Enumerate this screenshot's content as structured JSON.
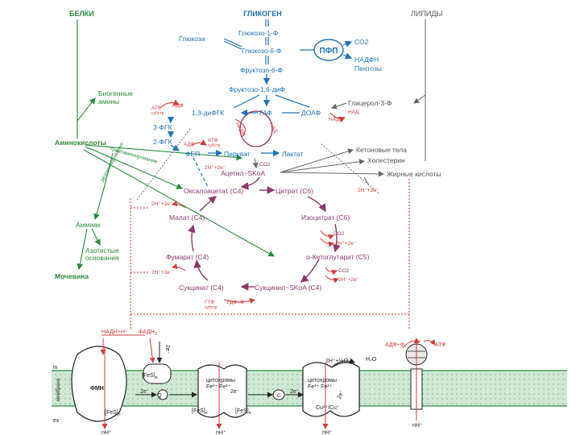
{
  "headers": {
    "proteins": "БЕЛКИ",
    "glycogen": "ГЛИКОГЕН",
    "lipids": "ЛИПИДЫ"
  },
  "glycolysis": {
    "g1p": "Глюкозо-1-Ф",
    "glucose": "Глюкоза",
    "g6p": "Глюкозо-6-Ф",
    "f6p": "Фруктозо-6-Ф",
    "f16bp": "Фруктозо-1,6-диФ",
    "bpg13": "1,3-диФГК",
    "gap": "ГАФ",
    "dhap": "ДОАФ",
    "pg3": "3-ФГК",
    "pg2": "2-ФГК",
    "pep": "ФЕП",
    "pyruvate": "Пируват",
    "lactate": "Лактат"
  },
  "ppp": {
    "node": "ПФП",
    "co2": "CO2",
    "nadph": "НАДФН",
    "pentoses": "Пентозы"
  },
  "cofactors": {
    "atp_substr_1": "АТФ",
    "substr_1": "субстр",
    "adp_1": "АДФ",
    "adp_2": "АДФ",
    "atp_substr_2": "АТФ",
    "substr_2": "субстр",
    "nad_loop": "НАД",
    "nadh_loop": "НАДН",
    "nad_glycerol": "НАД",
    "nadh_glycerol": "НАДН",
    "co2_pdh": "CO2",
    "h_pdh": "2H⁺+2e⁻"
  },
  "lipid_side": {
    "glycerol3p": "Глицерол-3-Ф",
    "ketones": "Кетоновые тела",
    "cholesterol": "Холестерин",
    "fatty_acids": "Жирные кислоты",
    "h_fa": "2H⁺+2e⁻"
  },
  "protein_side": {
    "biogenic_1": "Биогенные",
    "biogenic_2": "амины",
    "amino_acids": "Аминокислоты",
    "transamination": "трансаминирование",
    "deamination": "дезаминирование",
    "ammonia": "Аммиак",
    "nitrogen_1": "Азотистые",
    "nitrogen_2": "основания",
    "urea": "Мочевина"
  },
  "tca": {
    "acetyl": "Ацетил~SKoA",
    "oxaloacetate": "Оксалоацетат (C4)",
    "citrate": "Цитрат (C6)",
    "isocitrate": "Изоцитрат (C6)",
    "akg": "α-Кетоглутарат (C5)",
    "succinyl": "Сукцинил~SKoA (C4)",
    "succinate": "Сукцинат (C4)",
    "fumarate": "Фумарат (C4)",
    "malate": "Малат (C4)",
    "h_mal": "2H⁺+2e⁻",
    "co2_iso": "CO2",
    "h_iso": "2H⁺+2e⁻",
    "co2_akg": "CO2",
    "h_akg": "2H⁺+2e⁻",
    "h_succ": "2H⁺+2e⁻",
    "gtp": "ГТФ",
    "gtp_substr": "субстр",
    "gdp": "ГДФ+Ф"
  },
  "membrane": {
    "in_label": "in",
    "ex_label": "ex",
    "side_label": "мембрана",
    "nadh": "НАДН+Н⁺",
    "fadh": "ФАДН",
    "fadh_sub": "2",
    "fmn": "ФМН",
    "fes": "[FeS]",
    "fes_sub": "n",
    "e_2": "2e⁻",
    "q": "Q",
    "c": "C",
    "cyt_1": "цитохромы",
    "cyt_1_fe": "Fe³⁺ Fe²⁺",
    "cyt_2": "цитохромы",
    "cyt_2_fe": "Fe³⁺ Fe²⁺",
    "cu": "Cu²⁺/Cu⁺",
    "h_o2": "2H⁺+½O₂",
    "h2o": "H₂O",
    "adp_p": "АДФ+Ф",
    "atp": "АТФ",
    "h_out": "nH⁺"
  },
  "colors": {
    "blue": "#1e73b8",
    "green": "#2b8a3e",
    "grey": "#555555",
    "red": "#d23c3c",
    "purple": "#8a3a6a",
    "membrane": "#cfe8d4"
  }
}
